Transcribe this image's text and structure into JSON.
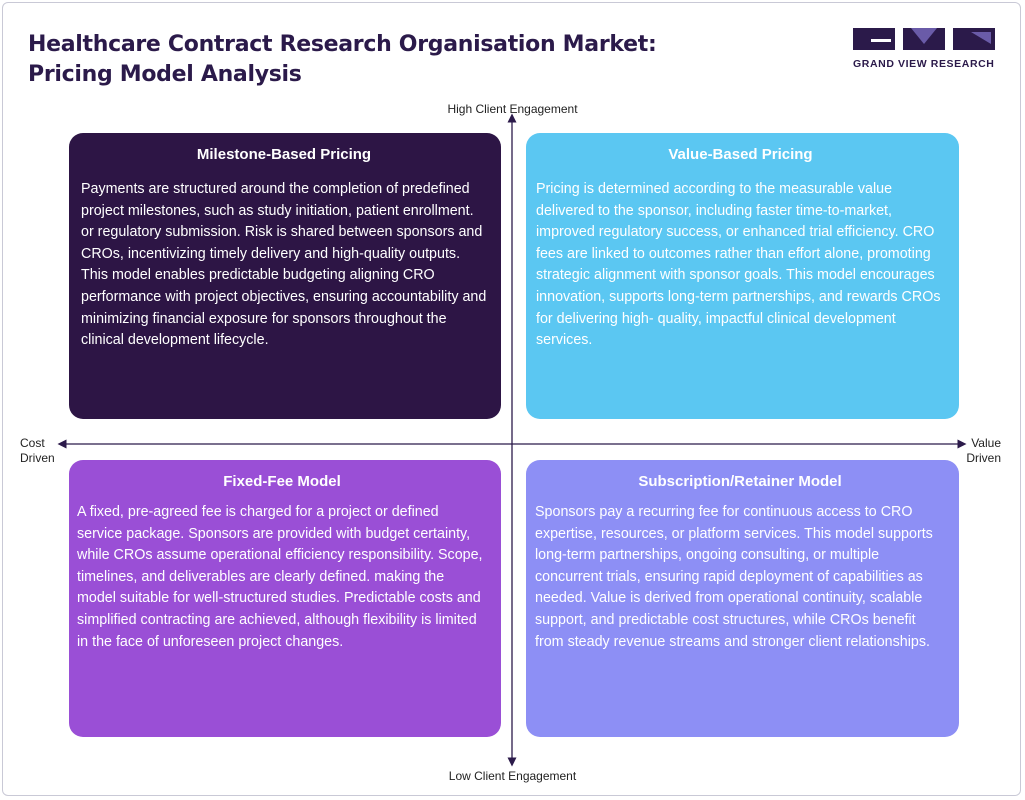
{
  "header": {
    "title_line1": "Healthcare Contract Research Organisation Market:",
    "title_line2": "Pricing Model Analysis"
  },
  "logo": {
    "text": "GRAND VIEW RESEARCH",
    "colors": [
      "#2b1a4a",
      "#5a4b9a"
    ]
  },
  "axes": {
    "top": "High Client Engagement",
    "bottom": "Low Client Engagement",
    "left_line1": "Cost",
    "left_line2": "Driven",
    "right_line1": "Value",
    "right_line2": "Driven"
  },
  "quadrants": {
    "top_left": {
      "title": "Milestone-Based Pricing",
      "text": "Payments are structured around the completion of predefined project milestones, such as study initiation, patient enrollment. or regulatory submission. Risk is shared between sponsors and CROs, incentivizing timely delivery and high-quality outputs. This model enables predictable budgeting aligning CRO performance with project objectives, ensuring accountability and minimizing financial exposure for sponsors throughout the clinical development lifecycle.",
      "color": "#2d1545"
    },
    "top_right": {
      "title": "Value-Based Pricing",
      "text": "Pricing is determined according to the measurable value delivered to the sponsor, including faster time-to-market, improved regulatory success, or enhanced trial efficiency. CRO fees are linked to outcomes rather than effort alone, promoting strategic alignment with sponsor goals. This model encourages innovation, supports long-term partnerships, and rewards CROs for delivering high- quality, impactful clinical development services.",
      "color": "#5bc7f2"
    },
    "bottom_left": {
      "title": "Fixed-Fee Model",
      "text": "A fixed, pre-agreed fee is charged for a project or defined service package. Sponsors are provided with budget certainty, while CROs assume operational efficiency responsibility. Scope, timelines, and deliverables are clearly defined. making the model suitable for well-structured studies. Predictable costs and simplified contracting are achieved, although flexibility is limited in the face of unforeseen project changes.",
      "color": "#9a4fd6"
    },
    "bottom_right": {
      "title": "Subscription/Retainer Model",
      "text": "Sponsors pay a recurring fee for continuous access to CRO expertise, resources, or platform services. This model supports long-term partnerships, ongoing consulting, or multiple concurrent trials, ensuring rapid deployment of capabilities as needed. Value is derived from operational continuity, scalable support, and predictable cost structures, while CROs benefit from steady revenue streams and stronger client relationships.",
      "color": "#8d8ff5"
    }
  }
}
